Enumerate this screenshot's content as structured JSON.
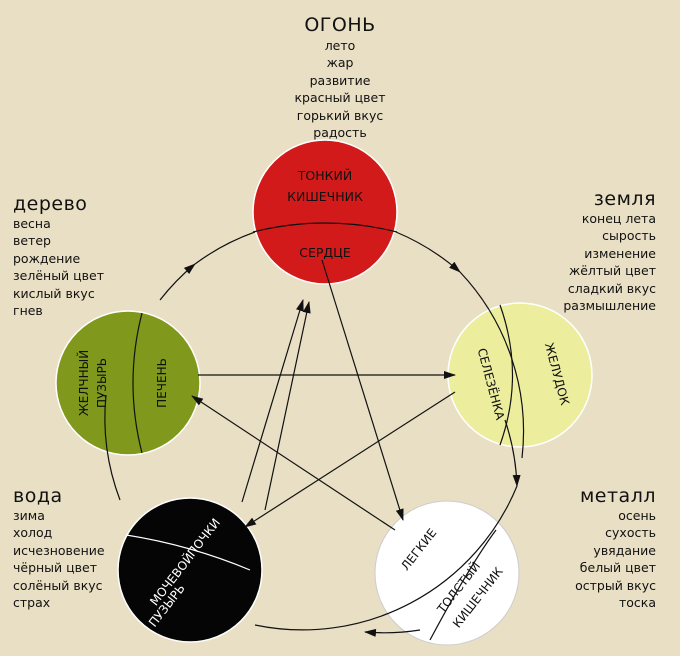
{
  "fire": {
    "title": "ОГОНЬ",
    "lines": [
      "лето",
      "жар",
      "развитие",
      "красный цвет",
      "горький вкус",
      "радость"
    ],
    "organ_top": [
      "ТОНКИЙ",
      "КИШЕЧНИК"
    ],
    "organ_bottom": "СЕРДЦЕ",
    "color": "#d31a1a"
  },
  "wood": {
    "title": "дерево",
    "lines": [
      "весна",
      "ветер",
      "рождение",
      "зелёный цвет",
      "кислый вкус",
      "гнев"
    ],
    "organ_left": [
      "ЖЕЛЧНЫЙ",
      "ПУЗЫРЬ"
    ],
    "organ_right": "ПЕЧЕНЬ",
    "color": "#80981c"
  },
  "earth": {
    "title": "земля",
    "lines": [
      "конец лета",
      "сырость",
      "изменение",
      "жёлтый цвет",
      "сладкий вкус",
      "размышление"
    ],
    "organ_left": "СЕЛЕЗЁНКА",
    "organ_right": "ЖЕЛУДОК",
    "color": "#ecee9e"
  },
  "water": {
    "title": "вода",
    "lines": [
      "зима",
      "холод",
      "исчезновение",
      "чёрный цвет",
      "солёный вкус",
      "страх"
    ],
    "organ_top": "ПОЧКИ",
    "organ_bottom": [
      "МОЧЕВОЙ",
      "ПУЗЫРЬ"
    ],
    "color": "#050505"
  },
  "metal": {
    "title": "металл",
    "lines": [
      "осень",
      "сухость",
      "увядание",
      "белый цвет",
      "острый вкус",
      "тоска"
    ],
    "organ_top": "ЛЕГКИЕ",
    "organ_bottom": [
      "ТОЛСТЫЙ",
      "КИШЕЧНИК"
    ],
    "color": "#ffffff"
  }
}
